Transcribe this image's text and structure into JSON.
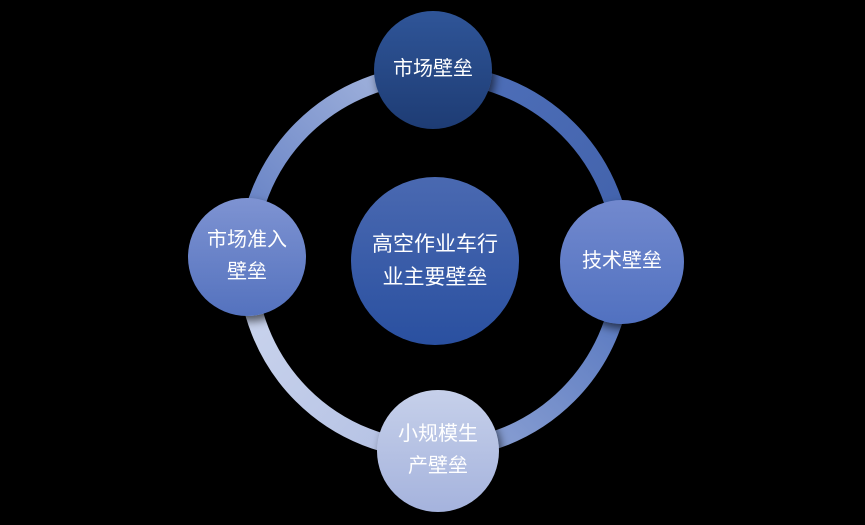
{
  "diagram": {
    "title": "高空作业车行业主要壁垒",
    "background_color": "#000000",
    "text_color": "#ffffff",
    "center_node": {
      "label": "高空作业车行业主要壁垒",
      "lines": [
        "高空作业车行",
        "业主要壁垒"
      ],
      "gradient": [
        "#4a69b1",
        "#2a50a0"
      ]
    },
    "nodes": [
      {
        "id": "market-barrier",
        "position": "top",
        "label": "市场壁垒",
        "lines": [
          "市场壁垒"
        ],
        "gradient": [
          "#2f5598",
          "#1e3c74"
        ]
      },
      {
        "id": "technology-barrier",
        "position": "right",
        "label": "技术壁垒",
        "lines": [
          "技术壁垒"
        ],
        "gradient": [
          "#7289ce",
          "#5171c0"
        ]
      },
      {
        "id": "small-scale-production-barrier",
        "position": "bottom",
        "label": "小规模生产壁垒",
        "lines": [
          "小规模生",
          "产壁垒"
        ],
        "gradient": [
          "#c6d0ea",
          "#a5b3dd"
        ]
      },
      {
        "id": "market-access-barrier",
        "position": "left",
        "label": "市场准入壁垒",
        "lines": [
          "市场准入",
          "壁垒"
        ],
        "gradient": [
          "#7e93d2",
          "#5472be"
        ]
      }
    ],
    "ring": {
      "stroke_width": 18,
      "segments": [
        {
          "from": "top",
          "to": "right",
          "colors": [
            "#4f70ba",
            "#4161aa"
          ]
        },
        {
          "from": "right",
          "to": "bottom",
          "colors": [
            "#5273bd",
            "#92a6d6"
          ]
        },
        {
          "from": "bottom",
          "to": "left",
          "colors": [
            "#b3c0e3",
            "#ccd6ee"
          ]
        },
        {
          "from": "left",
          "to": "top",
          "colors": [
            "#5e7bc2",
            "#a9b9df"
          ]
        }
      ]
    }
  }
}
